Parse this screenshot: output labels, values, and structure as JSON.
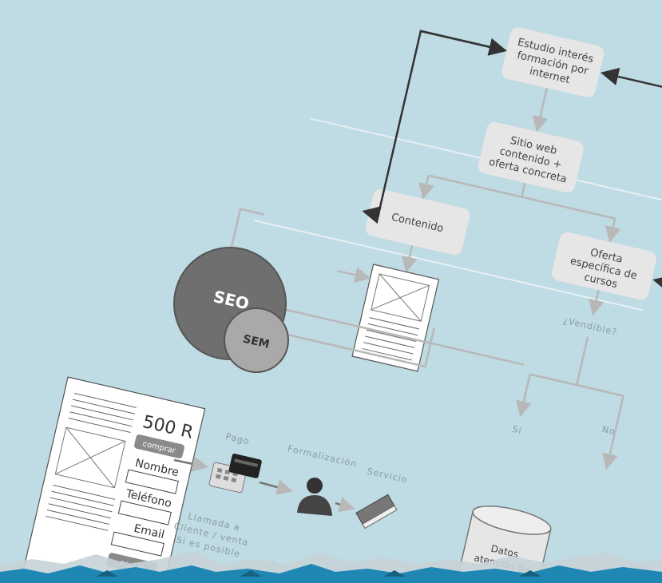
{
  "colors": {
    "background": "#bfdbe3",
    "box": "#e6e6e6",
    "flow_line": "#b8b8b8",
    "loop_arrow": "#333333",
    "seo_circle": "#6f6f6f",
    "sem_circle": "#a9a9a9",
    "water": "#1f87b4"
  },
  "top_flow": {
    "estudio": [
      "Estudio interés",
      "formación por",
      "internet"
    ],
    "sitio_web": [
      "Sitio web",
      "contenido +",
      "oferta concreta"
    ],
    "contenido": "Contenido",
    "oferta": [
      "Oferta",
      "específica de",
      "cursos"
    ]
  },
  "decision": {
    "question": "¿Vendible?",
    "yes": "Sí",
    "no": "No"
  },
  "circles": {
    "seo": "SEO",
    "sem": "SEM"
  },
  "landing_form": {
    "price": "500 R",
    "buy_button": "comprar",
    "fields": [
      "Nombre",
      "Teléfono",
      "Email"
    ],
    "send_button": "enviar"
  },
  "process_steps": {
    "pago": "Pago",
    "formalizacion": "Formalización",
    "servicio": "Servicio",
    "llamada": [
      "Llamada a",
      "Cliente / venta",
      "Si es posible"
    ],
    "pago_cut": "Pag"
  },
  "database": [
    "Datos",
    "atención de"
  ],
  "icons": [
    "credit-card-pos-icon",
    "person-icon",
    "book-icon",
    "database-icon",
    "image-placeholder-icon"
  ]
}
